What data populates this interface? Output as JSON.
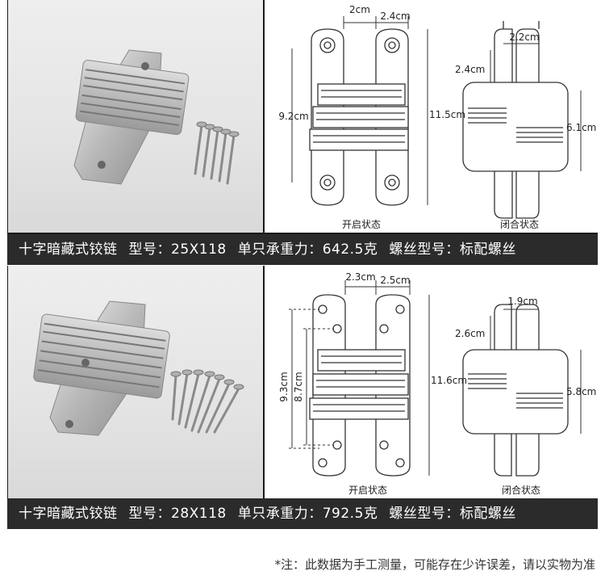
{
  "product1": {
    "caption": {
      "name": "十字暗藏式铰链",
      "model": "型号：25X118",
      "load": "单只承重力：642.5克",
      "screw": "螺丝型号：标配螺丝"
    },
    "dims": {
      "top_left": "2cm",
      "top_right": "2.4cm",
      "left_height": "9.2cm",
      "right_height": "11.5cm",
      "closed_width": "2.2cm",
      "closed_top": "2.4cm",
      "closed_height": "6.1cm"
    },
    "labels": {
      "open": "开启状态",
      "closed": "闭合状态"
    }
  },
  "product2": {
    "caption": {
      "name": "十字暗藏式铰链",
      "model": "型号：28X118",
      "load": "单只承重力：792.5克",
      "screw": "螺丝型号：标配螺丝"
    },
    "dims": {
      "top_left": "2.3cm",
      "top_right": "2.5cm",
      "left_outer": "9.3cm",
      "left_inner": "8.7cm",
      "right_height": "11.6cm",
      "closed_width": "1.9cm",
      "closed_top": "2.6cm",
      "closed_height": "5.8cm"
    },
    "labels": {
      "open": "开启状态",
      "closed": "闭合状态"
    }
  },
  "note": "*注：此数据为手工测量，可能存在少许误差，请以实物为准",
  "colors": {
    "caption_bg": "#2b2b2b",
    "panel_bg": "#1a1a1a",
    "line": "#333333"
  }
}
